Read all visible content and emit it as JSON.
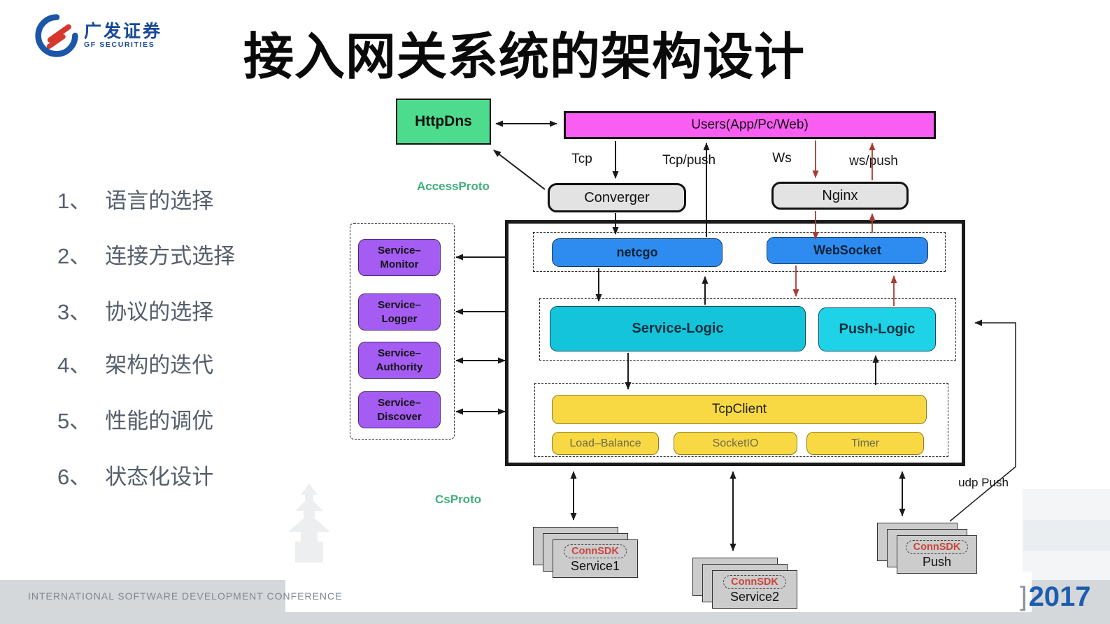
{
  "slide": {
    "logo": {
      "cn": "广发证券",
      "en": "GF SECURITIES"
    },
    "title": "接入网关系统的架构设计",
    "topics": [
      {
        "num": "1、",
        "text": "语言的选择"
      },
      {
        "num": "2、",
        "text": "连接方式选择"
      },
      {
        "num": "3、",
        "text": "协议的选择"
      },
      {
        "num": "4、",
        "text": "架构的迭代"
      },
      {
        "num": "5、",
        "text": "性能的调优"
      },
      {
        "num": "6、",
        "text": "状态化设计"
      }
    ],
    "footer": {
      "conference": "INTERNATIONAL SOFTWARE DEVELOPMENT CONFERENCE",
      "bracket": "]",
      "year": "2017"
    }
  },
  "diagram": {
    "proto_labels": {
      "access": "AccessProto",
      "cs": "CsProto"
    },
    "nodes": {
      "httpdns": "HttpDns",
      "users": "Users(App/Pc/Web)",
      "converger": "Converger",
      "nginx": "Nginx",
      "netcgo": "netcgo",
      "websocket": "WebSocket",
      "service_logic": "Service-Logic",
      "push_logic": "Push-Logic",
      "tcpclient": "TcpClient",
      "load_balance": "Load–Balance",
      "socketio": "SocketIO",
      "timer": "Timer"
    },
    "side_services": [
      {
        "line1": "Service–",
        "line2": "Monitor"
      },
      {
        "line1": "Service–",
        "line2": "Logger"
      },
      {
        "line1": "Service–",
        "line2": "Authority"
      },
      {
        "line1": "Service–",
        "line2": "Discover"
      }
    ],
    "edge_labels": {
      "tcp": "Tcp",
      "tcp_push": "Tcp/push",
      "ws": "Ws",
      "ws_push": "ws/push",
      "udp_push": "udp Push"
    },
    "stacks": [
      {
        "sdk": "ConnSDK",
        "label": "Service1"
      },
      {
        "sdk": "ConnSDK",
        "label": "Service2"
      },
      {
        "sdk": "ConnSDK",
        "label": "Push"
      }
    ],
    "colors": {
      "httpdns_green": "#4ddc8d",
      "users_magenta": "#f95ef2",
      "gateway_gray": "#e3e3e3",
      "access_blue": "#2e8cf0",
      "logic_cyan": "#14c4db",
      "client_yellow": "#f8d944",
      "service_purple": "#a45cf2",
      "proto_green": "#3fae7b",
      "arrow_red": "#a93b32",
      "year_blue": "#1d5cae"
    }
  }
}
